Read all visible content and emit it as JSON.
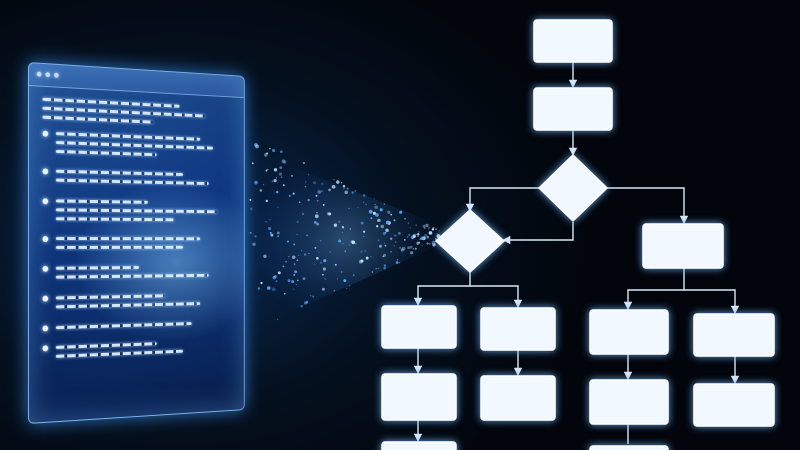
{
  "scene": {
    "background_color": "#03060d",
    "accent_color": "#3c8cff",
    "glow_color": "#9fd0ff"
  },
  "document_panel": {
    "window_controls": [
      "dot",
      "dot",
      "dot"
    ],
    "line_count": 20,
    "bullet_count": 8
  },
  "flowchart": {
    "process_node_count": 14,
    "decision_node_count": 2,
    "node_color": "#f2f8ff",
    "connector_color": "#d8e8f8"
  }
}
